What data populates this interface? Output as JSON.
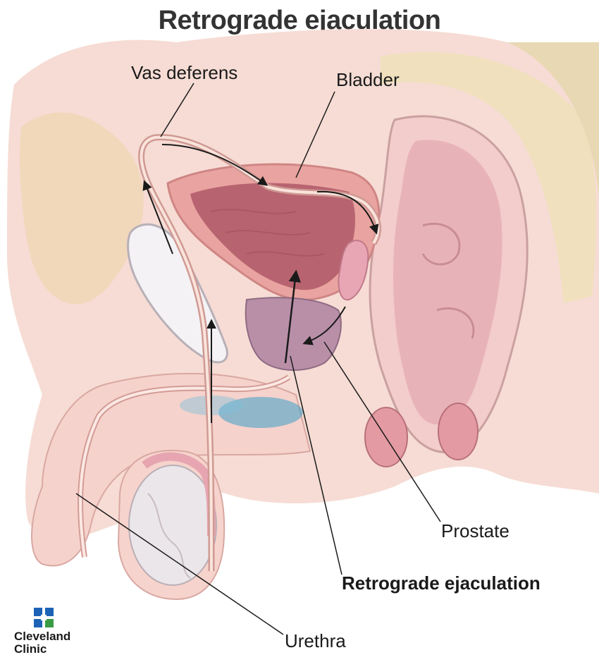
{
  "title": "Retrograde ejaculation",
  "labels": {
    "vas_deferens": "Vas deferens",
    "bladder": "Bladder",
    "prostate": "Prostate",
    "retrograde": "Retrograde ejaculation",
    "urethra": "Urethra"
  },
  "logo": {
    "line1": "Cleveland",
    "line2": "Clinic"
  },
  "colors": {
    "skin": "#f6d9d2",
    "tissue": "#f3cdc6",
    "bladder_wall": "#e9a3a0",
    "bladder_inner": "#b86470",
    "prostate": "#b98fa8",
    "testis": "#e6e1e6",
    "nerve_blue": "#3c9ec6",
    "text": "#1a1a1a",
    "logo_blue": "#1c63b7",
    "logo_green": "#3a9b45"
  }
}
